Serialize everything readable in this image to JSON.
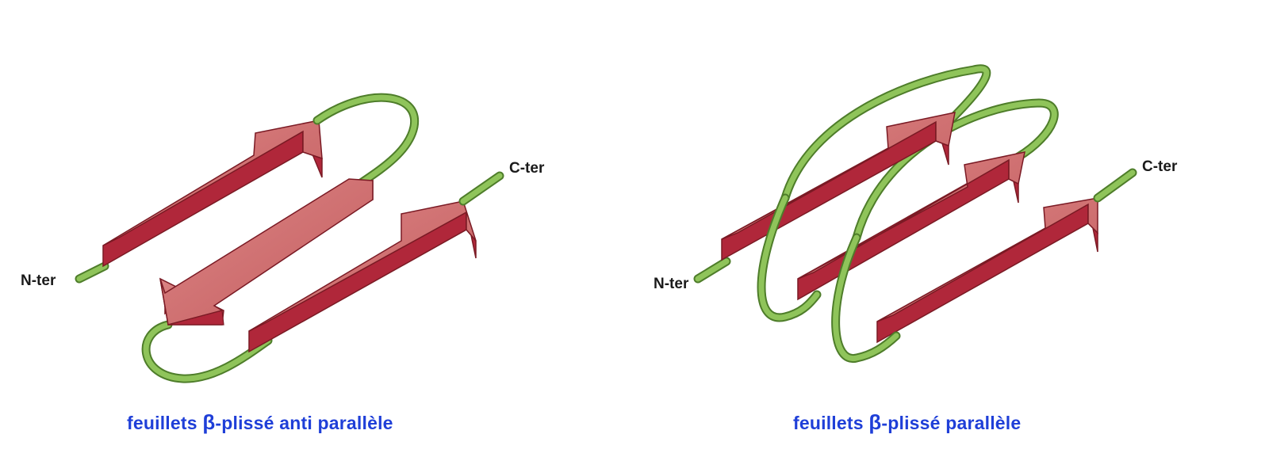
{
  "colors": {
    "strand_top": "#cf6b6b",
    "strand_side": "#b0273a",
    "strand_edge": "#7a1a24",
    "loop": "#8fc45a",
    "loop_edge": "#4e7d2a",
    "caption": "#1f3fd8"
  },
  "left_panel": {
    "n_terminus": "N-ter",
    "c_terminus": "C-ter",
    "caption_pre": "feuillets ",
    "caption_beta": "β",
    "caption_post": "-plissé anti parallèle"
  },
  "right_panel": {
    "n_terminus": "N-ter",
    "c_terminus": "C-ter",
    "caption_pre": "feuillets ",
    "caption_beta": "β",
    "caption_post": "-plissé parallèle"
  }
}
